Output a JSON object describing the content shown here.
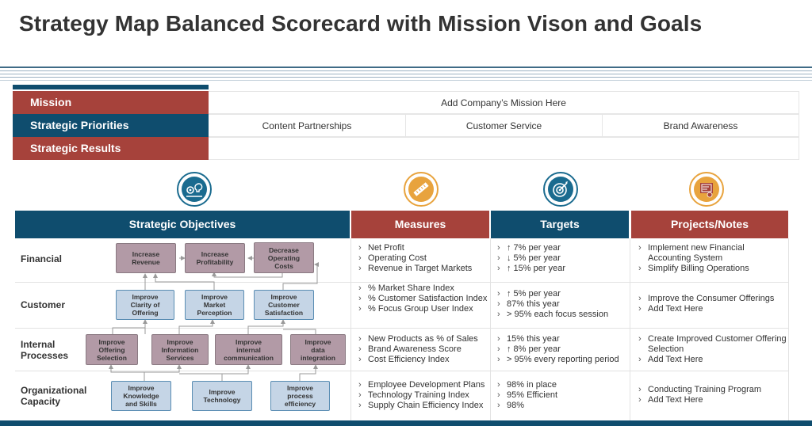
{
  "title": "Strategy Map Balanced Scorecard with Mission Vison and Goals",
  "colors": {
    "red": "#a6423b",
    "blue": "#0f4d6e",
    "teal": "#1a6b8f",
    "gold": "#e8a33d"
  },
  "top_table": {
    "mission_label": "Mission",
    "mission_text": "Add Company’s Mission Here",
    "priorities_label": "Strategic Priorities",
    "priorities": [
      "Content Partnerships",
      "Customer Service",
      "Brand Awareness"
    ],
    "results_label": "Strategic Results",
    "results_text": ""
  },
  "icons": [
    "gears-bulb-icon",
    "ruler-icon",
    "target-icon",
    "certificate-icon"
  ],
  "headers": {
    "objectives": "Strategic Objectives",
    "measures": "Measures",
    "targets": "Targets",
    "projects": "Projects/Notes"
  },
  "rows": [
    {
      "label_1": "Financial",
      "label_2": ""
    },
    {
      "label_1": "Customer",
      "label_2": ""
    },
    {
      "label_1": "Internal",
      "label_2": "Processes"
    },
    {
      "label_1": "Organizational",
      "label_2": "Capacity"
    }
  ],
  "objectives": {
    "increase_revenue": [
      "Increase",
      "Revenue"
    ],
    "increase_profitability": [
      "Increase",
      "Profitability"
    ],
    "decrease_costs": [
      "Decrease",
      "Operating",
      "Costs"
    ],
    "clarity": [
      "Improve",
      "Clarity of",
      "Offering"
    ],
    "perception": [
      "Improve",
      "Market",
      "Perception"
    ],
    "satisfaction": [
      "Improve",
      "Customer",
      "Satisfaction"
    ],
    "offering_selection": [
      "Improve",
      "Offering",
      "Selection"
    ],
    "info_services": [
      "Improve",
      "Information",
      "Services"
    ],
    "internal_comm": [
      "Improve",
      "internal",
      "communication"
    ],
    "data_integration": [
      "Improve",
      "data",
      "integration"
    ],
    "knowledge": [
      "Improve",
      "Knowledge",
      "and Skills"
    ],
    "technology": [
      "Improve",
      "Technology"
    ],
    "process_eff": [
      "Improve",
      "process",
      "efficiency"
    ]
  },
  "measures": [
    [
      "Net Profit",
      "Operating Cost",
      "Revenue in Target Markets"
    ],
    [
      "% Market Share Index",
      "% Customer Satisfaction Index",
      "% Focus Group User Index"
    ],
    [
      "New Products as % of Sales",
      "Brand Awareness Score",
      "Cost Efficiency Index"
    ],
    [
      "Employee Development Plans",
      "Technology Training Index",
      "Supply Chain Efficiency Index"
    ]
  ],
  "targets": [
    [
      "↑ 7% per year",
      "↓ 5% per year",
      "↑ 15% per year"
    ],
    [
      "↑ 5% per year",
      "87% this year",
      "> 95% each focus session"
    ],
    [
      "15% this year",
      "↑ 8% per year",
      "> 95% every reporting period"
    ],
    [
      "98% in place",
      "95% Efficient",
      "98%"
    ]
  ],
  "projects": [
    [
      "Implement new Financial Accounting System",
      "Simplify Billing Operations"
    ],
    [
      "Improve the Consumer Offerings",
      "Add Text Here"
    ],
    [
      "Create Improved Customer Offering Selection",
      "Add Text Here"
    ],
    [
      "Conducting Training Program",
      "Add Text Here"
    ]
  ]
}
